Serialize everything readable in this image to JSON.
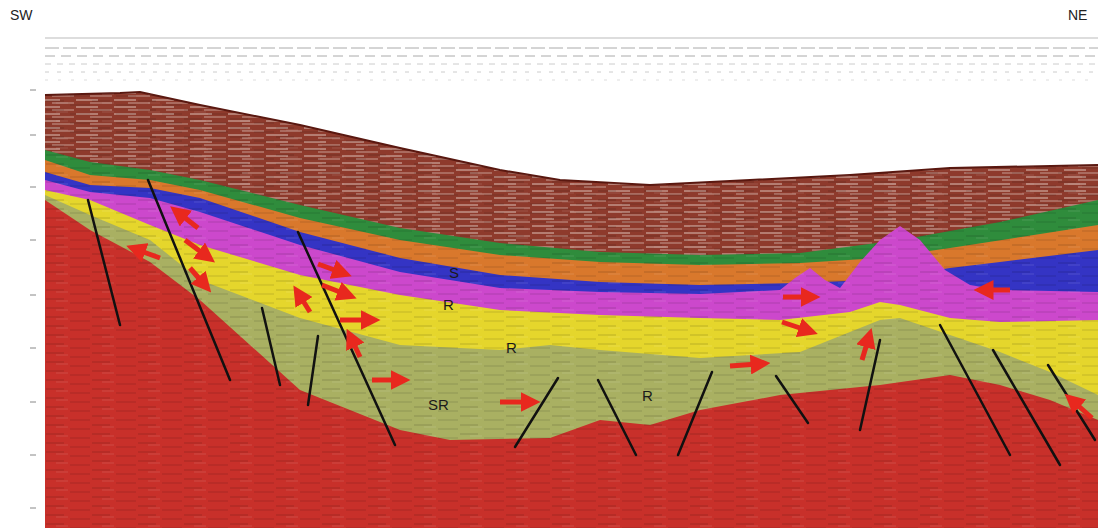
{
  "diagram": {
    "labels": [
      "SW",
      "NE",
      "S",
      "R",
      "R",
      "SR",
      "R"
    ]
  }
}
